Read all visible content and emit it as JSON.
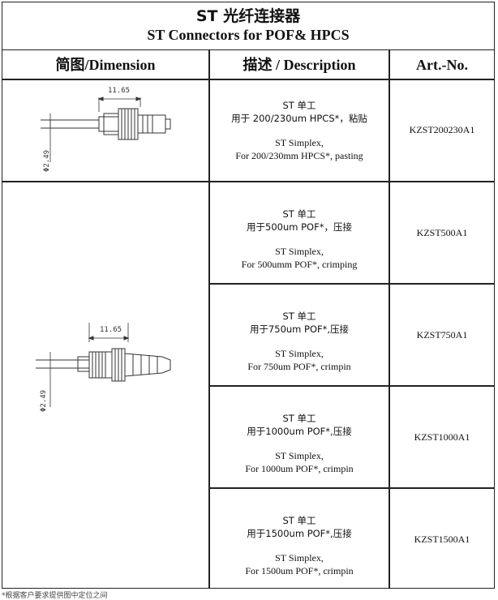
{
  "title": {
    "cn": "ST 光纤连接器",
    "en": "ST Connectors for POF& HPCS"
  },
  "headers": {
    "dimension": "简图/Dimension",
    "description": "描述 / Description",
    "art_no": "Art.-No."
  },
  "drawings": [
    {
      "length_label": "11.65",
      "dia_label": "Φ2.49"
    },
    {
      "length_label": "11.65",
      "dia_label": "Φ2.49"
    }
  ],
  "rows": [
    {
      "cn_1": "ST  单工",
      "cn_2": "用于 200/230um  HPCS*，粘贴",
      "en_1": "ST  Simplex,",
      "en_2": "For 200/230mm  HPCS*, pasting",
      "art": "KZST200230A1"
    },
    {
      "cn_1": "ST  单工",
      "cn_2": "用于500um  POF*，压接",
      "en_1": "ST  Simplex,",
      "en_2": "For 500umm POF*, crimping",
      "art": "KZST500A1"
    },
    {
      "cn_1": "ST  单工",
      "cn_2": "用于750um  POF*,压接",
      "en_1": "ST  Simplex,",
      "en_2": "For 750um  POF*, crimpin",
      "art": "KZST750A1"
    },
    {
      "cn_1": "ST  单工",
      "cn_2": "用于1000um  POF*,压接",
      "en_1": "ST  Simplex,",
      "en_2": "For 1000um  POF*, crimpin",
      "art": "KZST1000A1"
    },
    {
      "cn_1": "ST  单工",
      "cn_2": "用于1500um  POF*,压接",
      "en_1": "ST Simplex,",
      "en_2": "For 1500um  POF*, crimpin",
      "art": "KZST1500A1"
    }
  ],
  "footnote": "*根据客户要求提供图中定位之间"
}
